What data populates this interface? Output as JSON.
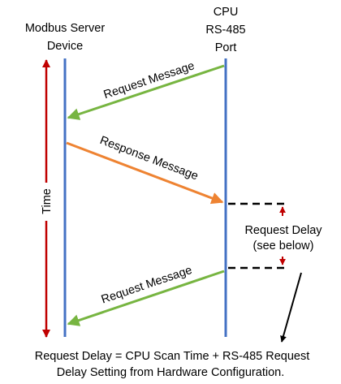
{
  "lanes": {
    "left": {
      "title_line1": "Modbus Server",
      "title_line2": "Device"
    },
    "right": {
      "title_line1": "CPU",
      "title_line2": "RS-485",
      "title_line3": "Port"
    }
  },
  "time_label": "Time",
  "messages": [
    {
      "id": "request-1",
      "label": "Request Message",
      "direction": "right-to-left",
      "color": "#77b541"
    },
    {
      "id": "response",
      "label": "Response Message",
      "direction": "left-to-right",
      "color": "#ee8332"
    },
    {
      "id": "request-2",
      "label": "Request Message",
      "direction": "right-to-left",
      "color": "#77b541"
    }
  ],
  "request_delay": {
    "line1": "Request Delay",
    "line2": "(see below)"
  },
  "footnote": {
    "line1": "Request Delay = CPU Scan Time + RS-485 Request",
    "line2": "Delay Setting from Hardware Configuration."
  },
  "colors": {
    "lifeline": "#4472c4",
    "time_arrow": "#c00000",
    "delay_marker": "#c00000",
    "dashed": "#000000",
    "pointer": "#000000"
  }
}
